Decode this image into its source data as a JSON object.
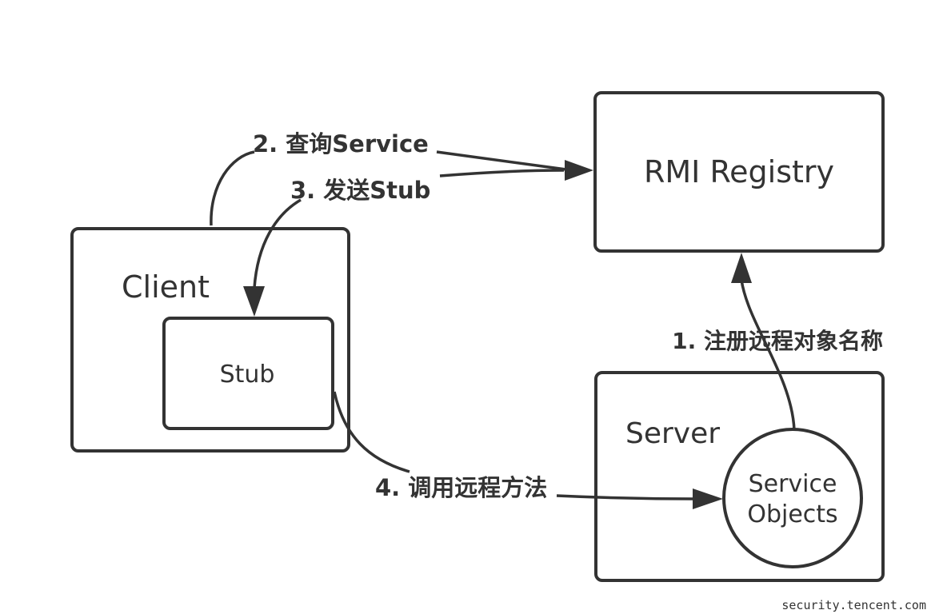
{
  "nodes": {
    "registry": {
      "label": "RMI Registry"
    },
    "client": {
      "label": "Client"
    },
    "stub": {
      "label": "Stub"
    },
    "server": {
      "label": "Server"
    },
    "service_objects": {
      "line1": "Service",
      "line2": "Objects"
    }
  },
  "edges": {
    "register": {
      "label": "1. 注册远程对象名称"
    },
    "lookup": {
      "label": "2. 查询Service"
    },
    "send_stub": {
      "label": "3. 发送Stub"
    },
    "invoke": {
      "label": "4. 调用远程方法"
    }
  },
  "watermark": "security.tencent.com",
  "colors": {
    "stroke": "#333333",
    "background": "#ffffff"
  }
}
